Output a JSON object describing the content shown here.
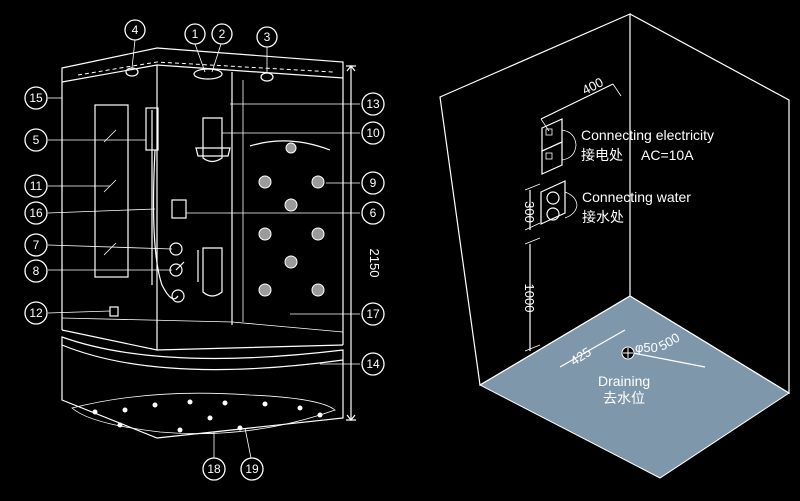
{
  "left_diagram": {
    "height_dimension": "2150",
    "callouts": [
      "1",
      "2",
      "3",
      "4",
      "5",
      "6",
      "7",
      "8",
      "9",
      "10",
      "11",
      "12",
      "13",
      "14",
      "15",
      "16",
      "17",
      "18",
      "19"
    ]
  },
  "right_diagram": {
    "dim_width_top": "400",
    "dim_socket_height": "300",
    "dim_floor_height": "1000",
    "dim_drain_left": "425",
    "dim_drain_right": "500",
    "dim_drain_diameter": "φ50",
    "electricity_label_en": "Connecting electricity",
    "electricity_label_cn": "接电处",
    "electricity_voltage": "AC=10A",
    "water_label_en": "Connecting water",
    "water_label_cn": "接水处",
    "drain_label_en": "Draining",
    "drain_label_cn": "去水位"
  },
  "colors": {
    "background": "#000000",
    "line": "#ffffff",
    "floor": "#7f97ab"
  }
}
